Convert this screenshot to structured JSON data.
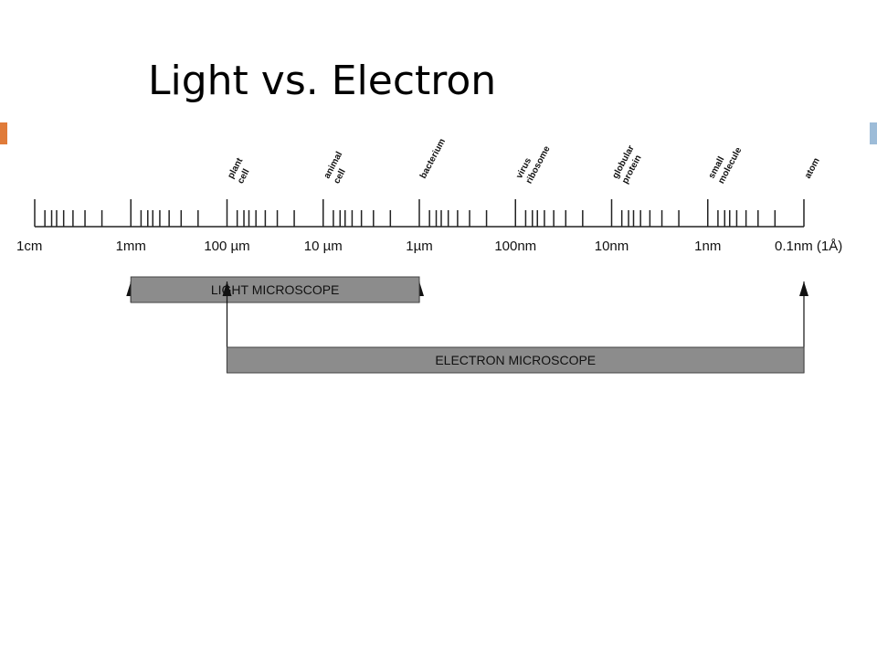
{
  "slide": {
    "title": "Light vs. Electron",
    "accent_left_color": "#e07b39",
    "accent_right_color": "#9dbcd8"
  },
  "scale": {
    "ticks": [
      "1cm",
      "1mm",
      "100 µm",
      "10 µm",
      "1µm",
      "100nm",
      "10nm",
      "1nm",
      "0.1nm (1Å)"
    ],
    "objects": [
      {
        "lines": [
          "plant",
          "cell"
        ],
        "position": "100 µm"
      },
      {
        "lines": [
          "animal",
          "cell"
        ],
        "position": "10 µm"
      },
      {
        "lines": [
          "bacterium"
        ],
        "position": "1µm"
      },
      {
        "lines": [
          "virus",
          "ribosome"
        ],
        "position": "100nm"
      },
      {
        "lines": [
          "globular",
          "protein"
        ],
        "position": "10nm"
      },
      {
        "lines": [
          "small",
          "molecule"
        ],
        "position": "1nm"
      },
      {
        "lines": [
          "atom"
        ],
        "position": "0.1nm (1Å)"
      }
    ]
  },
  "ranges": [
    {
      "label": "LIGHT MICROSCOPE",
      "from": "1mm",
      "to": "1µm"
    },
    {
      "label": "ELECTRON MICROSCOPE",
      "from": "100 µm",
      "to": "0.1nm (1Å)"
    }
  ],
  "colors": {
    "bar_fill": "#8c8c8c",
    "line": "#222222"
  }
}
